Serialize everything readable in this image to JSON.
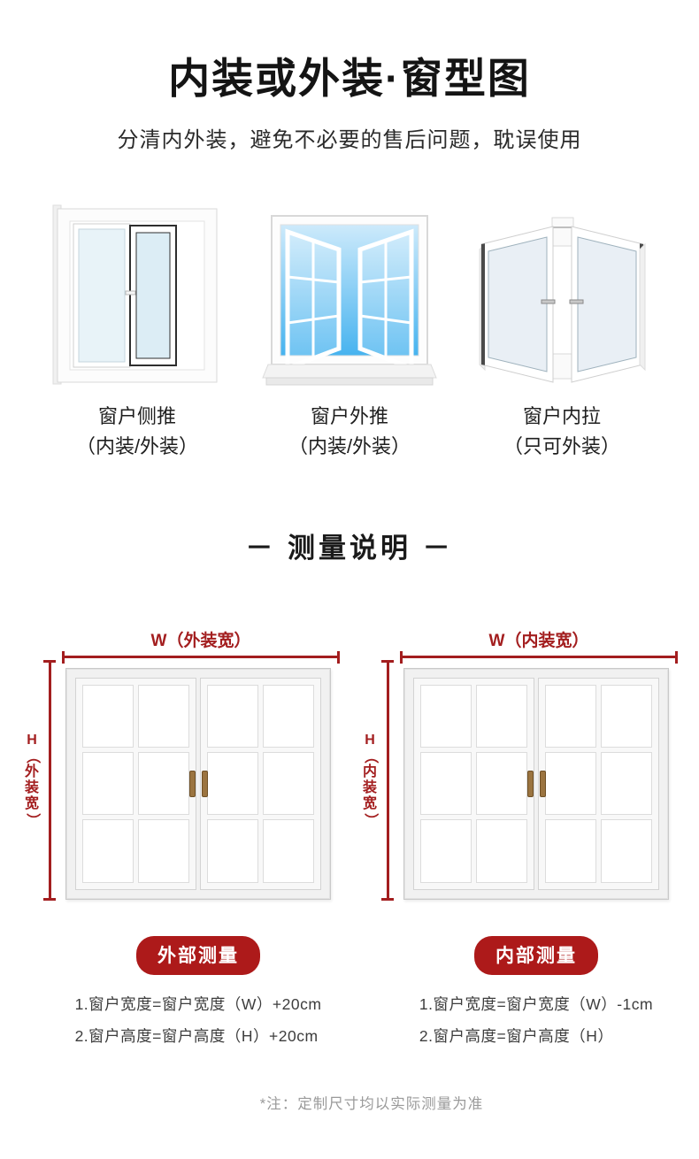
{
  "page": {
    "title": "内装或外装·窗型图",
    "subtitle": "分清内外装，避免不必要的售后问题，耽误使用",
    "note": "*注：定制尺寸均以实际测量为准"
  },
  "window_types": [
    {
      "label": "窗户侧推",
      "sub_label": "（内装/外装）",
      "icon": "sliding-window-icon"
    },
    {
      "label": "窗户外推",
      "sub_label": "（内装/外装）",
      "icon": "outward-window-icon"
    },
    {
      "label": "窗户内拉",
      "sub_label": "（只可外装）",
      "icon": "inward-window-icon"
    }
  ],
  "measure_section": {
    "heading": "－ 测量说明 －",
    "diagrams": [
      {
        "width_label": "W（外装宽）",
        "height_label": "H（外装宽）",
        "badge": "外部测量",
        "formulas": [
          "1.窗户宽度=窗户宽度（W）+20cm",
          "2.窗户高度=窗户高度（H）+20cm"
        ]
      },
      {
        "width_label": "W（内装宽）",
        "height_label": "H（内装宽）",
        "badge": "内部测量",
        "formulas": [
          "1.窗户宽度=窗户宽度（W）-1cm",
          "2.窗户高度=窗户高度（H）"
        ]
      }
    ]
  },
  "colors": {
    "measure_red": "#a31e1f",
    "badge_red": "#ad1a1a",
    "note_gray": "#9a9a9a",
    "sky_blue_top": "#cdeafb",
    "sky_blue_bottom": "#47b3ef",
    "glass_blue": "#e8f3f8"
  }
}
